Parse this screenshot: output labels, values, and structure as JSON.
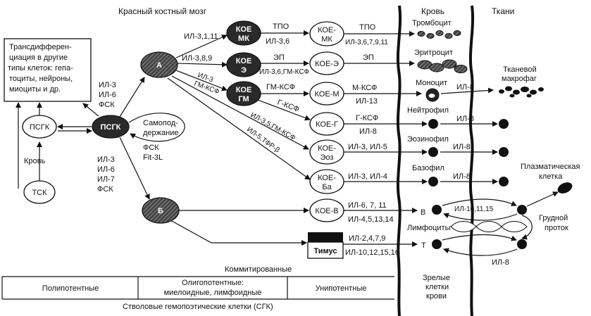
{
  "headers": {
    "bone_marrow": "Красный костный мозг",
    "blood": "Кровь",
    "tissues": "Ткани"
  },
  "transdiff": {
    "line1": "Трансдифферен-",
    "line2": "циация в другие",
    "line3": "типы клеток: гепа-",
    "line4": "тоциты, нейроны,",
    "line5": "миоциты и др."
  },
  "nodes": {
    "tsk": "ТСК",
    "psgk_left": "ПСГК",
    "psgk_center": "ПСГК",
    "a": "А",
    "b": "Б",
    "koe_mk_dark": [
      "КОЕ",
      "МК"
    ],
    "koe_e_dark": [
      "КОЕ",
      "Э"
    ],
    "koe_gm_dark": [
      "КОЕ",
      "ГМ"
    ],
    "koe_mk": [
      "КОЕ-",
      "МК"
    ],
    "koe_e": "КОЕ-Э",
    "koe_m": "КОЕ-М",
    "koe_g": "КОЕ-Г",
    "koe_eoz": [
      "КОЕ-",
      "Эоз"
    ],
    "koe_ba": [
      "КОЕ-",
      "Ба"
    ],
    "koe_v": "КОЕ-В",
    "thymus": "Тимус"
  },
  "labels": {
    "blood_arrow": "Кровь",
    "self_renewal": [
      "Самопод-",
      "держание"
    ],
    "psgk_factors_up": [
      "ИЛ-3",
      "ИЛ-6",
      "ФСК"
    ],
    "psgk_factors_down": [
      "ИЛ-3",
      "ИЛ-6",
      "ИЛ-7",
      "ФСК"
    ],
    "fsk_flt": [
      "ФСК",
      "Fit-3L"
    ],
    "a_to_mk": "ИЛ-3,1,11",
    "a_to_e": "ИЛ-3,8,9",
    "a_to_gm1": "ИЛ-3",
    "a_to_gm2": "ГМ-КСФ",
    "a_to_eoz": "ИЛ-3,5,ГМ-КСФ",
    "a_to_ba": "ИЛ-5,ТФР-β",
    "tpo1": "ТПО",
    "il_3_6": "ИЛ-3,6",
    "ep1": "ЭП",
    "il_3_6_gm": "ИЛ-3,6,ГМ-КСФ",
    "gm_ksf": "ГМ-КСФ",
    "g_ksf": "Г-КСФ",
    "tpo2": "ТПО",
    "il_mk": "ИЛ-3,6,7,9,11",
    "ep2": "ЭП",
    "m_ksf": "М-КСФ",
    "il_13": "ИЛ-13",
    "g_ksf2": "Г-КСФ",
    "il_8_g": "ИЛ-8",
    "il_eoz": "ИЛ-3, ИЛ-5",
    "il_ba": "ИЛ-3, ИЛ-4",
    "il_b1": "ИЛ-6, 7, 11",
    "il_b2": "ИЛ-4,5,13,14",
    "il_t1": "ИЛ-2,4,7,9",
    "il_t2": "ИЛ-10,12,15,16",
    "il_8_macro": "ИЛ-8",
    "il_8_neutro": "ИЛ-8",
    "il_8_eoz": "ИЛ-8",
    "il_8_ba": "ИЛ-8",
    "il_lymph": "ИЛ-10,11,15",
    "il_8_t": "ИЛ-8",
    "b_letter": "В",
    "t_letter": "Т"
  },
  "cells": {
    "thrombocyte": "Тромбоцит",
    "erythrocyte": "Эритроцит",
    "monocyte": "Моноцит",
    "neutrophil": "Нейтрофил",
    "eosinophil": "Эозинофил",
    "basophil": "Базофил",
    "lymphocytes": "Лимфоциты",
    "tissue_macrophage": [
      "Тканевой",
      "макрофаг"
    ],
    "plasma_cell": [
      "Плазматическая",
      "клетка"
    ],
    "thoracic_duct": [
      "Грудной",
      "проток"
    ],
    "mature_cells": [
      "Зрелые",
      "клетки",
      "крови"
    ]
  },
  "bottom": {
    "committed": "Коммитированные",
    "polypotent": "Полипотентные",
    "oligopotent": [
      "Олигопотентные:",
      "миелоидные, лимфоидные"
    ],
    "unipotent": "Унипотентные",
    "stem_cells": "Стволовые гемопоэтические клетки (СГК)"
  }
}
